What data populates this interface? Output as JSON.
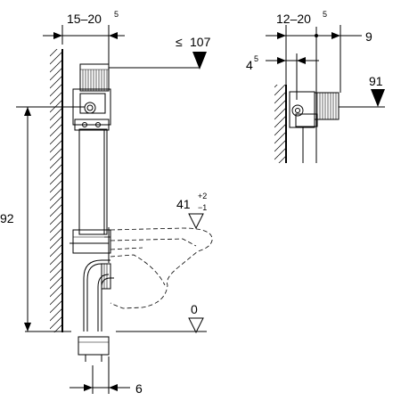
{
  "dimensions": {
    "frame_depth": {
      "base": "15–20",
      "sup": "5"
    },
    "top_height": {
      "symbol": "≤",
      "value": "107"
    },
    "actuation_height": {
      "value": "92"
    },
    "wc_height": {
      "base": "41",
      "sup_plus": "+2",
      "sup_minus": "−1"
    },
    "floor_level": {
      "value": "0"
    },
    "pipe_offset": {
      "value": "6"
    },
    "detail_depth": {
      "base": "12–20",
      "sup": "5"
    },
    "detail_small": {
      "base": "4",
      "sup": "5"
    },
    "detail_right": {
      "value": "9"
    },
    "detail_height": {
      "value": "91"
    }
  }
}
